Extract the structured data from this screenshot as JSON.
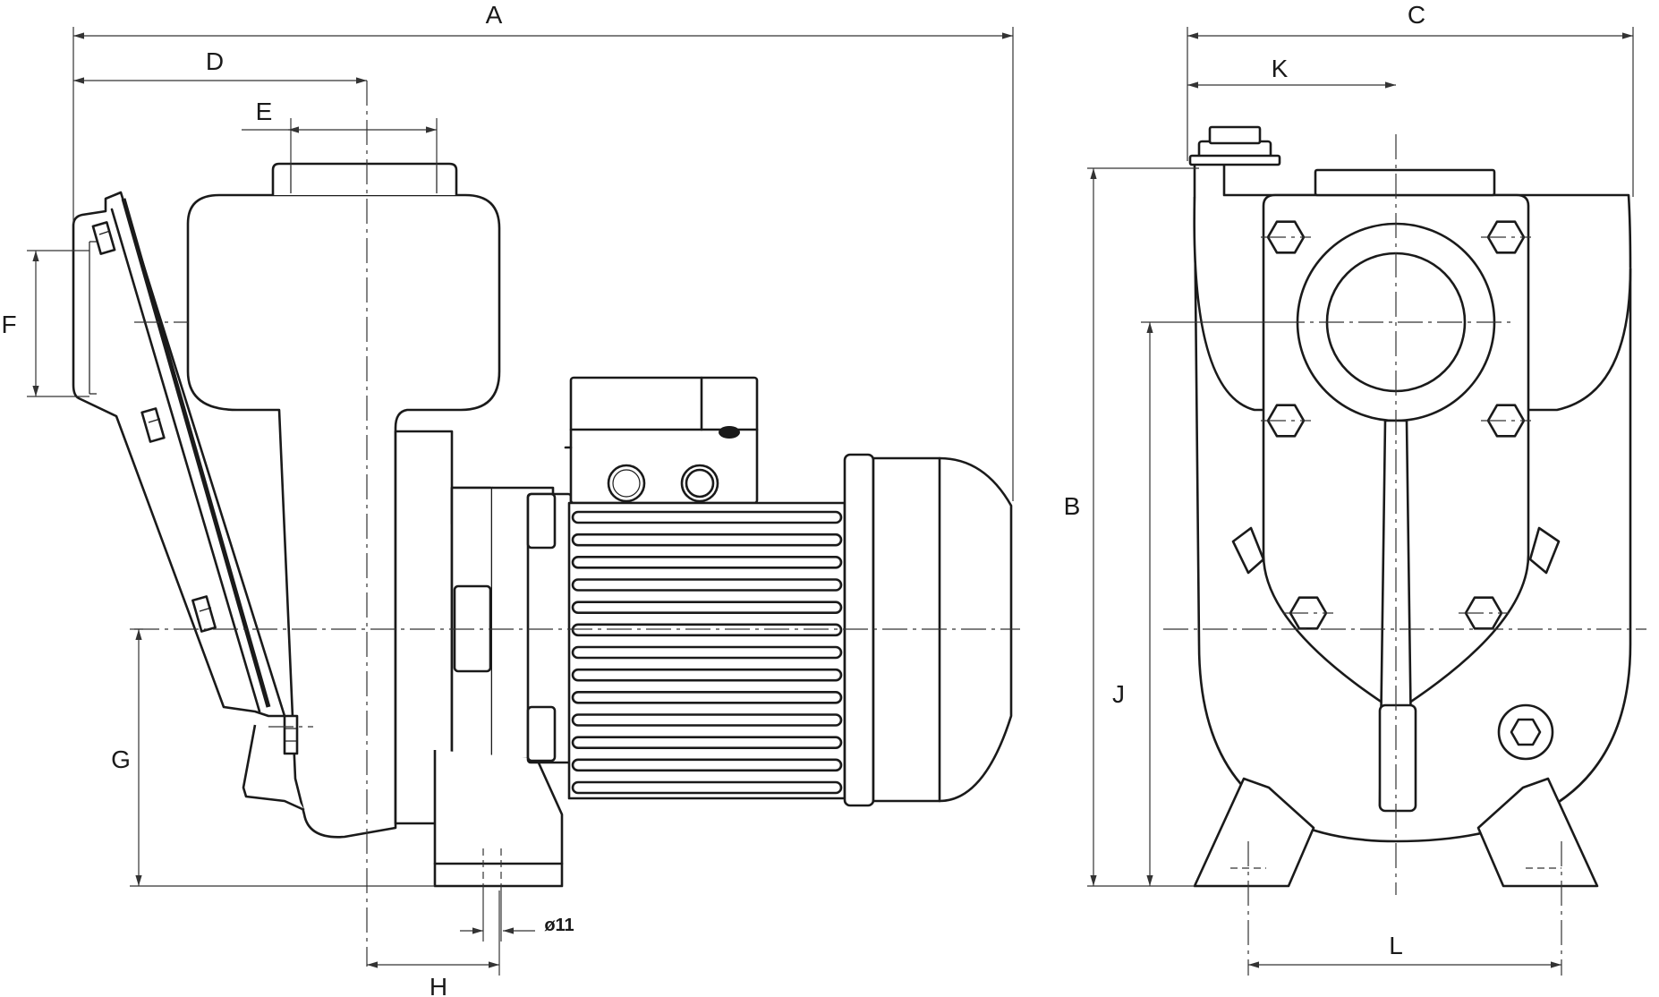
{
  "dimension_labels": {
    "A": "A",
    "B": "B",
    "C": "C",
    "D": "D",
    "E": "E",
    "F": "F",
    "G": "G",
    "H": "H",
    "J": "J",
    "K": "K",
    "L": "L",
    "hole": "ø11"
  },
  "views": [
    "side-view",
    "front-view"
  ]
}
